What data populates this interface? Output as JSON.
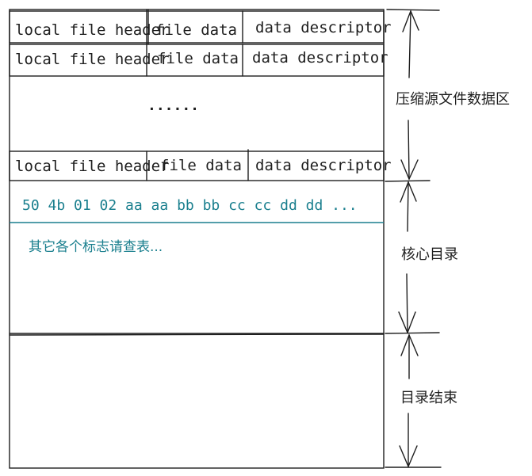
{
  "rows": [
    {
      "cells": [
        "local file header",
        "file data",
        "data descriptor"
      ]
    },
    {
      "cells": [
        "local file header",
        "file data",
        "data descriptor"
      ]
    },
    {
      "cells": [
        "local file header",
        "file data",
        "data descriptor"
      ]
    }
  ],
  "ellipsis": "......",
  "central": {
    "hex": "50 4b 01 02 aa aa bb bb cc cc dd dd ...",
    "note": "其它各个标志请查表..."
  },
  "labels": {
    "compressed": "压缩源文件数据区",
    "central": "核心目录",
    "end": "目录结束"
  },
  "colors": {
    "ink": "#1e1e1e",
    "accent": "#1a7f8e"
  }
}
